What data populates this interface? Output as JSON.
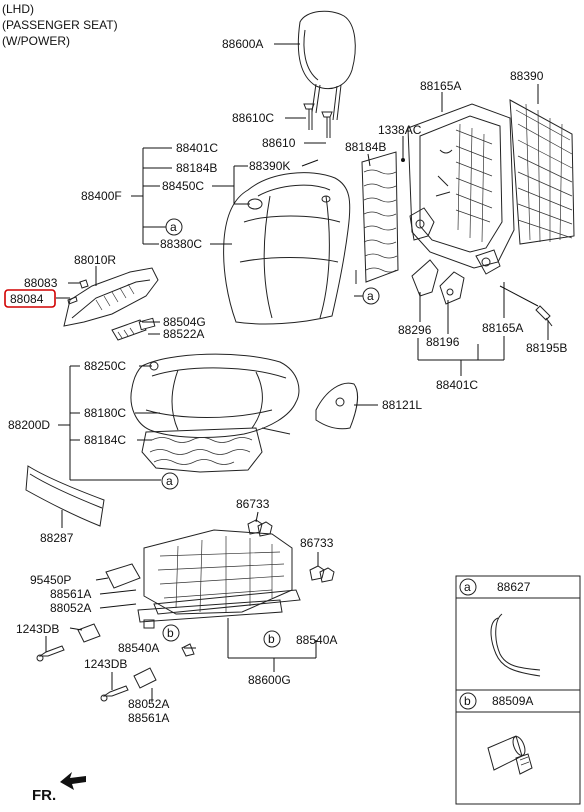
{
  "header": {
    "line1": "(LHD)",
    "line2": "(PASSENGER SEAT)",
    "line3": "(W/POWER)"
  },
  "highlight_color": "#d10000",
  "labels": {
    "p88600A": "88600A",
    "p88610C": "88610C",
    "p88610": "88610",
    "p88401C_top": "88401C",
    "p88184B_left": "88184B",
    "p88390K": "88390K",
    "p88400F": "88400F",
    "p88450C": "88450C",
    "p88380C": "88380C",
    "p88184B_mid": "88184B",
    "p88165A_top": "88165A",
    "p88390": "88390",
    "p1338AC": "1338AC",
    "p88010R": "88010R",
    "p88083": "88083",
    "p88084": "88084",
    "p88504G": "88504G",
    "p88522A": "88522A",
    "p88296": "88296",
    "p88196": "88196",
    "p88165A_bot": "88165A",
    "p88195B": "88195B",
    "p88401C_bot": "88401C",
    "p88250C": "88250C",
    "p88200D": "88200D",
    "p88180C": "88180C",
    "p88184C": "88184C",
    "p88121L": "88121L",
    "p88287": "88287",
    "p86733_a": "86733",
    "p86733_b": "86733",
    "p95450P": "95450P",
    "p88561A_top": "88561A",
    "p88052A_top": "88052A",
    "p1243DB_top": "1243DB",
    "p88540A_left": "88540A",
    "p88540A_right": "88540A",
    "p1243DB_bot": "1243DB",
    "p88600G": "88600G",
    "p88052A_bot": "88052A",
    "p88561A_bot": "88561A"
  },
  "callouts": {
    "a": "a",
    "b": "b"
  },
  "legend": {
    "a_letter": "a",
    "a_part": "88627",
    "b_letter": "b",
    "b_part": "88509A"
  },
  "direction": "FR."
}
